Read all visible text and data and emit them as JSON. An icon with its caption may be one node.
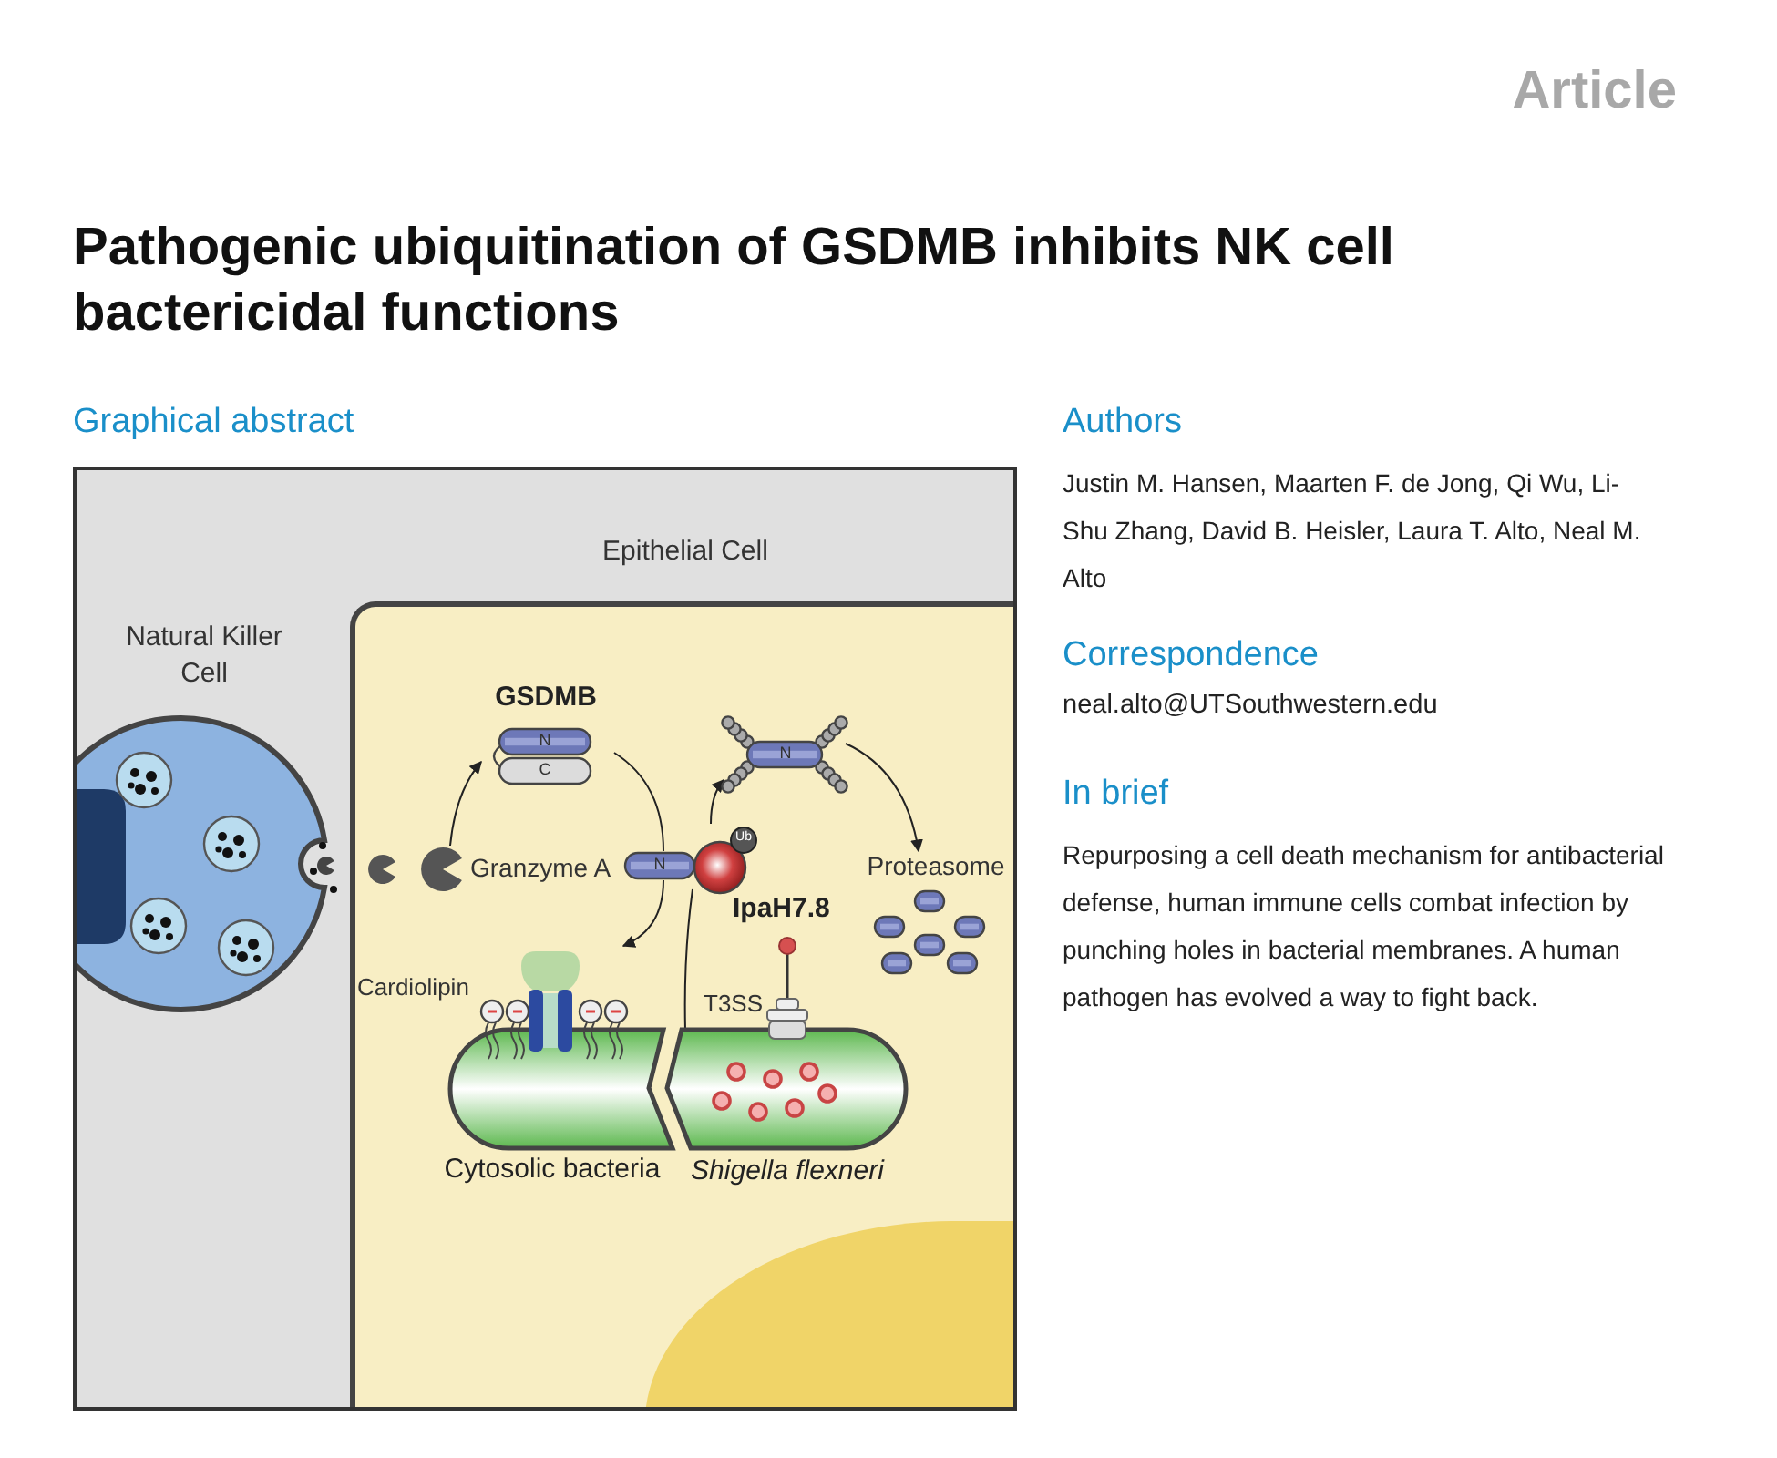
{
  "diagram": {
    "title": "Pathogenic ubiquitination of GSDMB inhibits NK cell bactericidal functions",
    "nodes": [
      {
        "text": [
          "Epithelial Cell"
        ]
      },
      {
        "text": [
          "Natural Killer Cell"
        ]
      },
      {
        "text": [
          "GSDMB",
          "N",
          "C"
        ],
        "in": 0
      },
      {
        "text": [
          "Granzyme A"
        ],
        "in": 0
      },
      {
        "text": [
          "N"
        ],
        "in": 0
      },
      {
        "text": [
          "Ub",
          "IpaH7.8"
        ],
        "in": 0
      },
      {
        "text": [
          "N"
        ],
        "in": 0
      },
      {
        "text": [
          "Proteasome"
        ],
        "in": 0
      },
      {
        "text": [
          "Cytosolic bacteria"
        ],
        "in": 0
      },
      {
        "text": [
          "Shigella flexneri"
        ],
        "in": 0
      },
      {
        "text": [],
        "shape": "circle",
        "in": 0
      }
    ],
    "edges": [
      {
        "from": 3,
        "to": 2,
        "arrow": "to"
      },
      {
        "from": 2,
        "to": 4,
        "arrow": "none"
      },
      {
        "from": 4,
        "to": 8,
        "arrow": "to"
      },
      {
        "from": 9,
        "to": 5,
        "arrow": "none"
      },
      {
        "from": 5,
        "to": 6,
        "arrow": "to"
      },
      {
        "from": 6,
        "to": 7,
        "arrow": "to"
      }
    ],
    "labels": [
      "Article",
      "Graphical abstract",
      "Authors",
      "Justin M. Hansen, Maarten F. de Jong, Qi Wu, Li-Shu Zhang, David B. Heisler, Laura T. Alto, Neal M. Alto",
      "Correspondence",
      "neal.alto@UTSouthwestern.edu",
      "In brief",
      "Repurposing a cell death mechanism for antibacterial defense, human immune cells combat infection by punching holes in bacterial membranes. A human pathogen has evolved a way to fight back.",
      "Cardiolipin",
      "T3SS"
    ]
  }
}
